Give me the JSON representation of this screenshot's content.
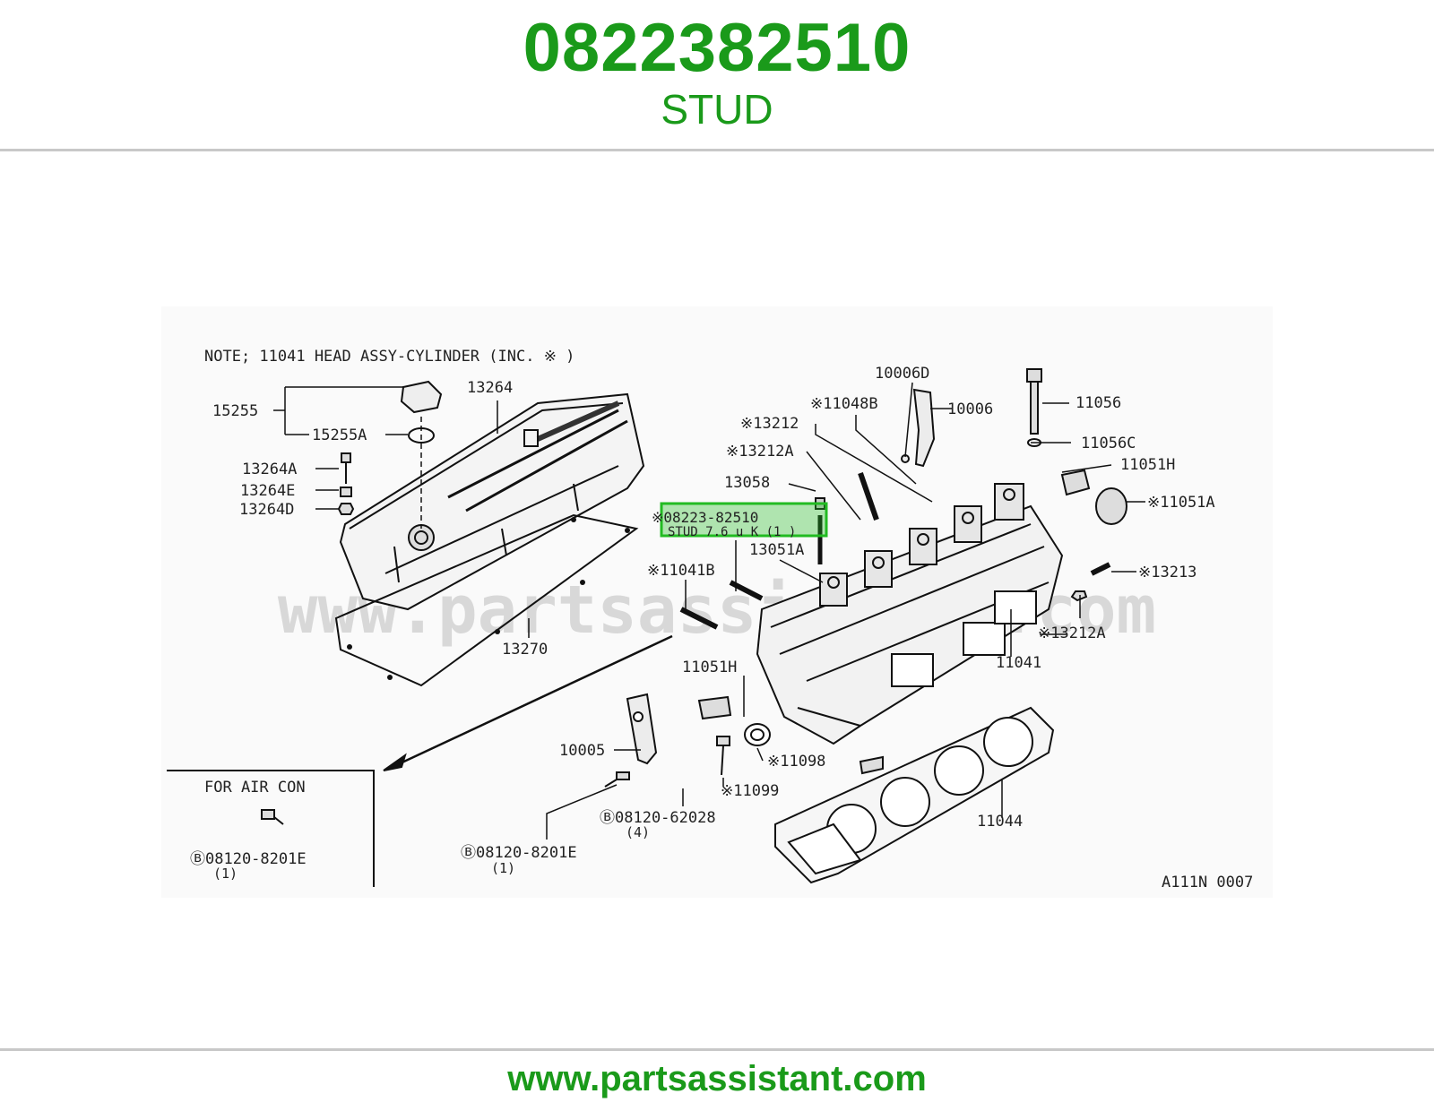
{
  "header": {
    "part_number": "0822382510",
    "description": "STUD"
  },
  "diagram": {
    "note": "NOTE; 11041 HEAD ASSY-CYLINDER (INC. ※ )",
    "inset_title": "FOR AIR CON",
    "ref_code": "A111N 0007",
    "watermark": "www.partsassistant.com",
    "highlight_color": "#22bb22",
    "callouts": {
      "c15255": "15255",
      "c15255A": "15255A",
      "c13264": "13264",
      "c13264A": "13264A",
      "c13264E": "13264E",
      "c13264D": "13264D",
      "c13270": "13270",
      "c10006D": "10006D",
      "c11048B": "※11048B",
      "c10006": "10006",
      "c11056": "11056",
      "c13212": "※13212",
      "c11056C": "11056C",
      "c13212A_1": "※13212A",
      "c11051H_1": "11051H",
      "c13058": "13058",
      "c11051A": "※11051A",
      "c0822382510": "※08223-82510",
      "c0822382510_sub": "STUD 7.6 u K (1 )",
      "c13051A": "13051A",
      "c11041B": "※11041B",
      "c13213": "※13213",
      "c13212A_2": "※13212A",
      "c11041": "11041",
      "c11051H_2": "11051H",
      "c10005": "10005",
      "c11098": "※11098",
      "c11099": "※11099",
      "c0812062028": "Ⓑ08120-62028",
      "c0812062028_qty": "(4)",
      "c11044": "11044",
      "c081208201E_1": "Ⓑ08120-8201E",
      "c081208201E_1_qty": "(1)",
      "c081208201E_2": "Ⓑ08120-8201E",
      "c081208201E_2_qty": "(1)"
    }
  },
  "footer": {
    "url": "www.partsassistant.com"
  }
}
